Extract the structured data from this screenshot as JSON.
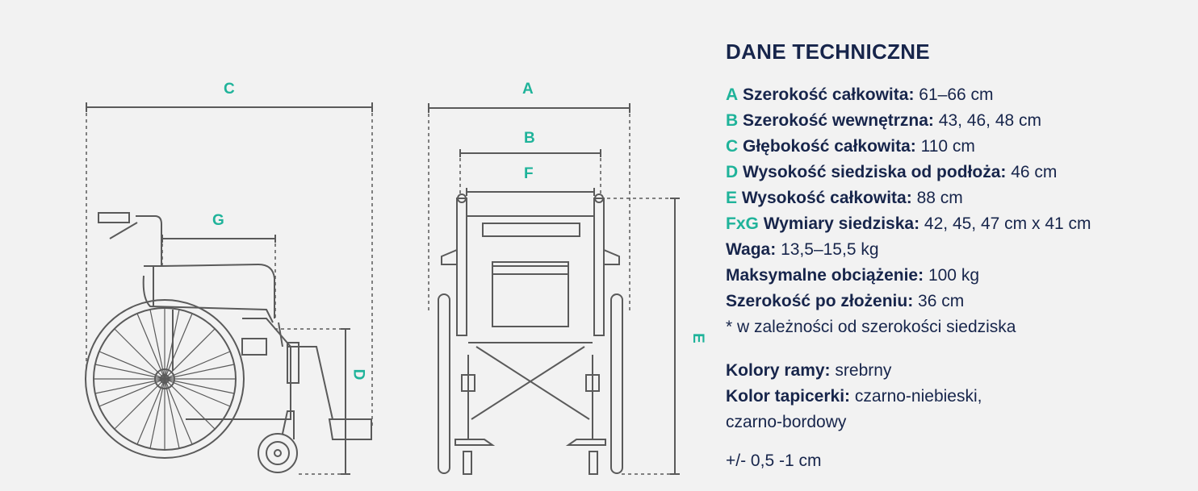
{
  "dimension_labels": {
    "A": "A",
    "B": "B",
    "C": "C",
    "D": "D",
    "E": "E",
    "F": "F",
    "G": "G"
  },
  "specs": {
    "title": "DANE TECHNICZNE",
    "rows": [
      {
        "key": "A",
        "name": "Szerokość całkowita:",
        "value": "61–66 cm"
      },
      {
        "key": "B",
        "name": "Szerokość wewnętrzna:",
        "value": "43, 46, 48 cm"
      },
      {
        "key": "C",
        "name": "Głębokość całkowita:",
        "value": "110 cm"
      },
      {
        "key": "D",
        "name": "Wysokość siedziska od podłoża:",
        "value": "46 cm"
      },
      {
        "key": "E",
        "name": "Wysokość całkowita:",
        "value": "88 cm"
      },
      {
        "key": "FxG",
        "name": "Wymiary siedziska:",
        "value": "42, 45, 47 cm x 41 cm"
      },
      {
        "key": "",
        "name": "Waga:",
        "value": "13,5–15,5 kg"
      },
      {
        "key": "",
        "name": "Maksymalne obciążenie:",
        "value": "100 kg"
      },
      {
        "key": "",
        "name": "Szerokość po złożeniu:",
        "value": "36 cm"
      }
    ],
    "note": "* w zależności od szerokości siedziska",
    "frame_colors_name": "Kolory ramy:",
    "frame_colors_value": "srebrny",
    "upholstery_name": "Kolor tapicerki:",
    "upholstery_value_1": "czarno-niebieski,",
    "upholstery_value_2": "czarno-bordowy",
    "tolerance": "+/- 0,5 -1 cm"
  },
  "colors": {
    "accent": "#1fb39a",
    "text": "#17254b",
    "lines": "#5a5a5a",
    "background": "#f2f2f2"
  }
}
